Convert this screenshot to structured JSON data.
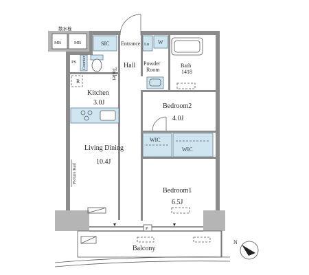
{
  "rooms": {
    "sic": "SIC",
    "entrance": "Entrance",
    "ln": "Ln",
    "w": "W",
    "ps": "PS",
    "toilet": "Toilet",
    "counter": "Counter",
    "hall": "Hall",
    "powder_room_1": "Powder",
    "powder_room_2": "Room",
    "bath": "Bath",
    "bath_size": "1418",
    "r": "R",
    "kitchen": "Kitchen",
    "kitchen_size": "3.0J",
    "bedroom2": "Bedroom2",
    "bedroom2_size": "4.0J",
    "wic_1": "WIC",
    "wic_2": "WIC",
    "living_dining": "Living Dining",
    "living_dining_size": "10.4J",
    "picture_rail": "Picture Rail",
    "bedroom1": "Bedroom1",
    "bedroom1_size": "6.5J",
    "p": "P",
    "balcony": "Balcony"
  },
  "exterior": {
    "water_valve": "散水栓",
    "mb_1": "MB",
    "mb_2": "MB"
  },
  "compass": {
    "north": "N"
  },
  "colors": {
    "fixture_fill": "#cfe6f1",
    "wall": "#8c8c8c"
  }
}
